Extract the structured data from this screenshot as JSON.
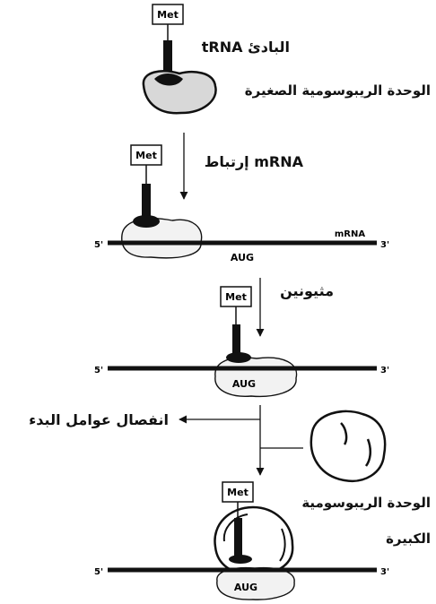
{
  "stages": {
    "initiator": {
      "met": "Met",
      "trna_label": "tRNA البادئ",
      "small_subunit_label": "الوحدة الريبوسومية الصغيرة"
    },
    "binding": {
      "step_label": "إرتباط mRNA",
      "met": "Met",
      "mrna_label": "mRNA",
      "five_prime": "5'",
      "three_prime": "3'",
      "codon": "AUG"
    },
    "scanning": {
      "step_label": "مثيونين",
      "met": "Met",
      "five_prime": "5'",
      "three_prime": "3'",
      "codon": "AUG"
    },
    "release": {
      "step_label": "انفصال عوامل البدء"
    },
    "joining": {
      "large_subunit_label_line1": "الوحدة الريبوسومية",
      "large_subunit_label_line2": "الكبيرة",
      "met": "Met",
      "five_prime": "5'",
      "three_prime": "3'",
      "codon": "AUG"
    }
  },
  "colors": {
    "ink": "#111111",
    "paper": "#ffffff",
    "shade": "#e8e8e8"
  }
}
